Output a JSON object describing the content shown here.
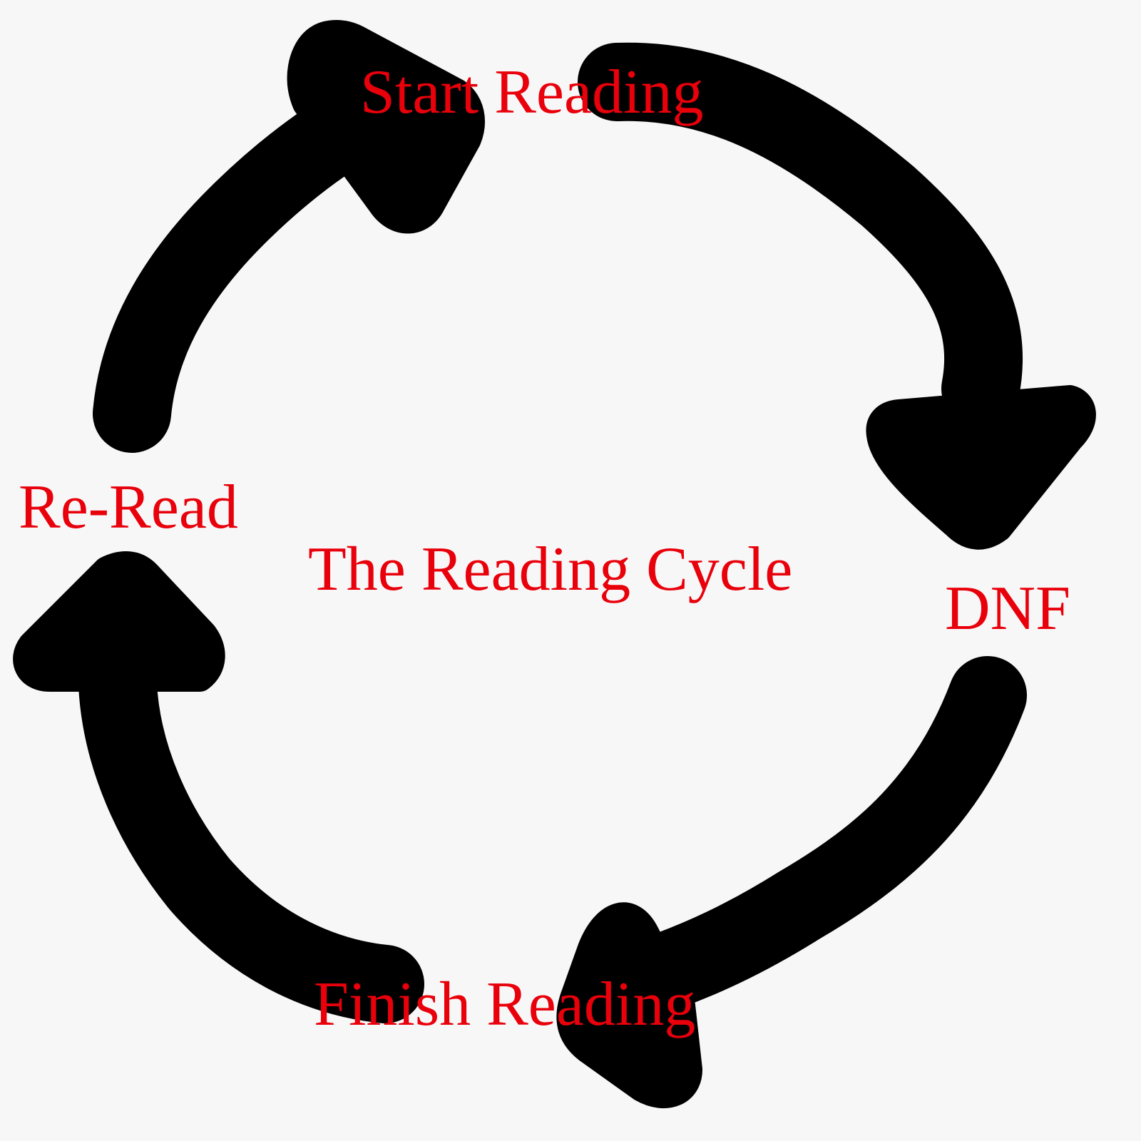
{
  "diagram": {
    "title": "The Reading Cycle",
    "nodes": [
      {
        "id": "start",
        "label": "Start Reading"
      },
      {
        "id": "dnf",
        "label": "DNF"
      },
      {
        "id": "finish",
        "label": "Finish Reading"
      },
      {
        "id": "reread",
        "label": "Re-Read"
      }
    ],
    "edges": [
      {
        "from": "start",
        "to": "dnf"
      },
      {
        "from": "dnf",
        "to": "finish"
      },
      {
        "from": "finish",
        "to": "reread"
      },
      {
        "from": "reread",
        "to": "start"
      }
    ],
    "colors": {
      "text": "#e8000b",
      "arrows": "#000000",
      "background": "#f8f7f8"
    }
  }
}
